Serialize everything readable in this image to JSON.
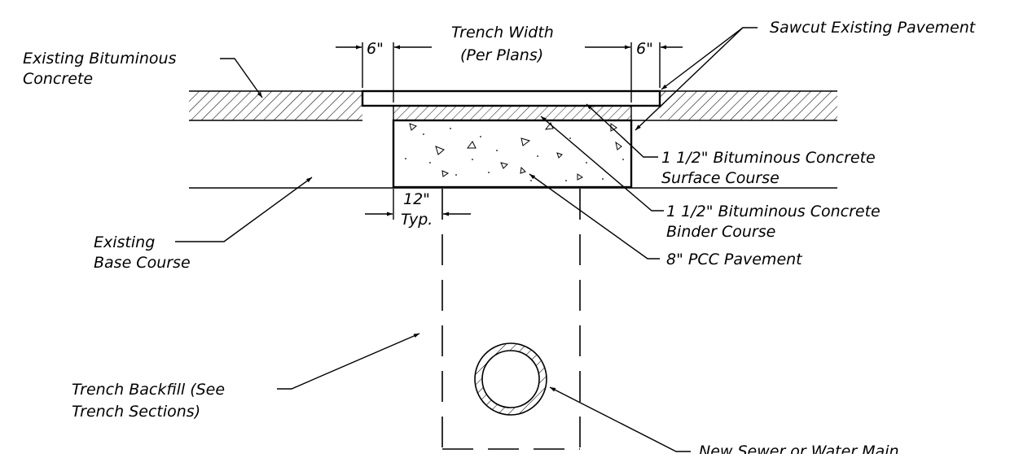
{
  "labels": {
    "trench_width_1": "Trench Width",
    "trench_width_2": "(Per Plans)",
    "dim_6_left": "6\"",
    "dim_6_right": "6\"",
    "dim_12": "12\"",
    "dim_typ": "Typ.",
    "sawcut": "Sawcut Existing Pavement",
    "exist_bit_1": "Existing Bituminous",
    "exist_bit_2": "Concrete",
    "surface_1": "1 1/2\" Bituminous Concrete",
    "surface_2": "Surface Course",
    "binder_1": "1 1/2\" Bituminous Concrete",
    "binder_2": "Binder Course",
    "pcc": "8\" PCC Pavement",
    "exist_base_1": "Existing",
    "exist_base_2": "Base Course",
    "backfill_1": "Trench Backfill (See",
    "backfill_2": "Trench Sections)",
    "main": "New Sewer or Water Main"
  },
  "icons": {
    "hatch": "diagonal-hatch-pattern",
    "crosshatch": "cross-hatch-pattern",
    "concrete": "concrete-stipple-pattern"
  },
  "colors": {
    "line": "#000000",
    "background": "#ffffff"
  }
}
